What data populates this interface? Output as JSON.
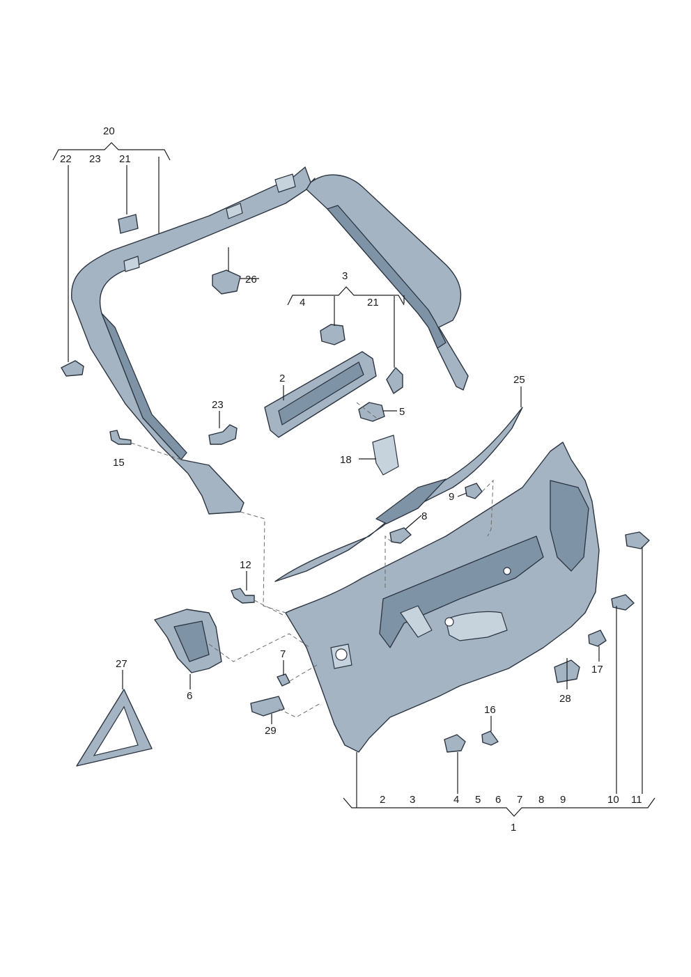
{
  "callouts": {
    "c1": "1",
    "c2": "2",
    "c3": "3",
    "c5": "5",
    "c6": "6",
    "c7": "7",
    "c8": "8",
    "c9": "9",
    "c12": "12",
    "c15": "15",
    "c16": "16",
    "c17": "17",
    "c18": "18",
    "c20": "20",
    "c23": "23",
    "c25": "25",
    "c26": "26",
    "c27": "27",
    "c28": "28",
    "c29": "29"
  },
  "group20": {
    "a": "22",
    "b": "23",
    "c": "21"
  },
  "group3": {
    "a": "4",
    "b": "21"
  },
  "group1": [
    "2",
    "3",
    "4",
    "5",
    "6",
    "7",
    "8",
    "9",
    "10",
    "11"
  ],
  "colors": {
    "part_fill": "#a4b4c3",
    "part_dark": "#7f93a6",
    "outline": "#2b3440"
  }
}
